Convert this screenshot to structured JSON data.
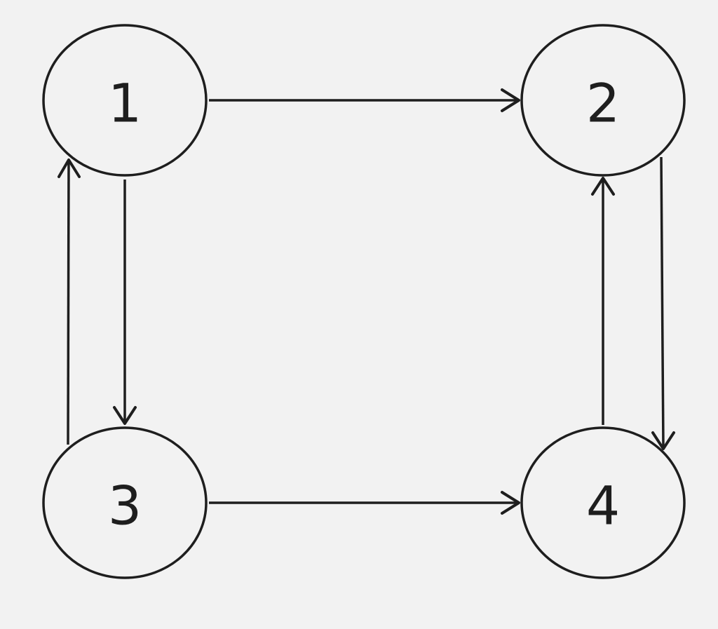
{
  "diagram": {
    "type": "directed-graph",
    "colors": {
      "background": "#f2f2f2",
      "stroke": "#1e1e1e"
    },
    "nodes": [
      {
        "id": "1",
        "label": "1"
      },
      {
        "id": "2",
        "label": "2"
      },
      {
        "id": "3",
        "label": "3"
      },
      {
        "id": "4",
        "label": "4"
      }
    ],
    "edges": [
      {
        "from": "1",
        "to": "2"
      },
      {
        "from": "1",
        "to": "3"
      },
      {
        "from": "3",
        "to": "1"
      },
      {
        "from": "3",
        "to": "4"
      },
      {
        "from": "2",
        "to": "4"
      },
      {
        "from": "4",
        "to": "2"
      }
    ]
  }
}
